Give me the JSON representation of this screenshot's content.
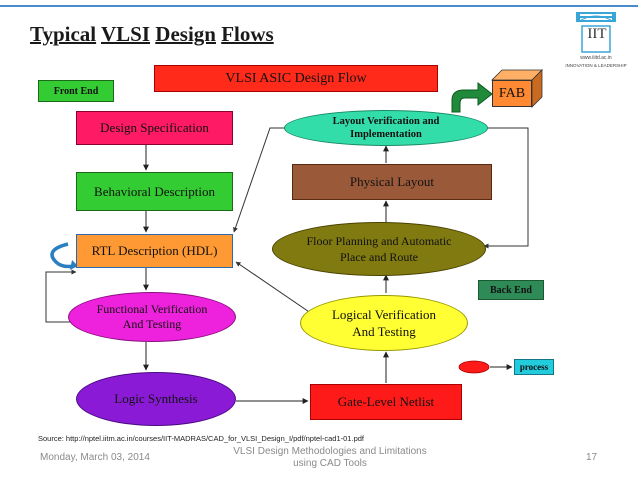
{
  "slide": {
    "title_words": [
      "Typical",
      "VLSI",
      "Design",
      "Flows"
    ],
    "source": "Source: http://nptel.iitm.ac.in/courses/IIT-MADRAS/CAD_for_VLSI_Design_I/pdf/nptel-cad1-01.pdf",
    "footer_date": "Monday, March 03, 2014",
    "footer_center_line1": "VLSI Design Methodologies and Limitations",
    "footer_center_line2": "using CAD Tools",
    "page_number": "17",
    "logo": {
      "name": "IIT",
      "small_text": "www.iiitd.ac.in",
      "tagline": "INNOVATION & LEADERSHIP"
    }
  },
  "diagram": {
    "banner": "VLSI ASIC Design Flow",
    "front_end": "Front End",
    "back_end": "Back End",
    "fab": "FAB",
    "legend_process": "process",
    "nodes": {
      "design_spec": "Design Specification",
      "behavioral": "Behavioral Description",
      "rtl": "RTL Description (HDL)",
      "functional_verif": [
        "Functional Verification",
        "And Testing"
      ],
      "logic_synthesis": "Logic Synthesis",
      "gate_netlist": "Gate-Level Netlist",
      "logical_verif": [
        "Logical Verification",
        "And Testing"
      ],
      "floor_planning": [
        "Floor Planning and Automatic",
        "Place and Route"
      ],
      "physical_layout": "Physical Layout",
      "layout_verif": [
        "Layout Verification and",
        "Implementation"
      ]
    },
    "colors": {
      "banner": "#ff2a1a",
      "front_end": "#33cc33",
      "design_spec": "#ff1a66",
      "behavioral": "#33cc33",
      "rtl": "#ff9933",
      "functional_verif": "#ee22dd",
      "logic_synthesis": "#8a1ad6",
      "gate_netlist": "#ff1a1a",
      "logical_verif": "#ffff33",
      "floor_planning": "#807a10",
      "physical_layout": "#9a5a3a",
      "layout_verif": "#33ddaa",
      "fab": "#ff8a33",
      "back_end": "#2e8b57",
      "legend_ellipse": "#ff1a1a",
      "legend_box": "#22ccdd"
    }
  }
}
